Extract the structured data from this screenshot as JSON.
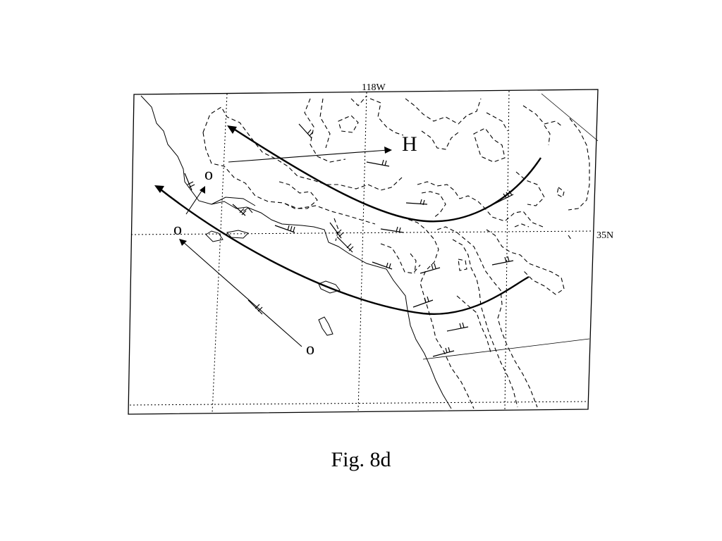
{
  "figure": {
    "caption": "Fig. 8d"
  },
  "map": {
    "longitude_label": "118W",
    "latitude_label": "35N",
    "high_label": "H",
    "cell_labels": [
      "o",
      "o",
      "o"
    ]
  },
  "colors": {
    "ink": "#000000",
    "background": "#ffffff"
  }
}
